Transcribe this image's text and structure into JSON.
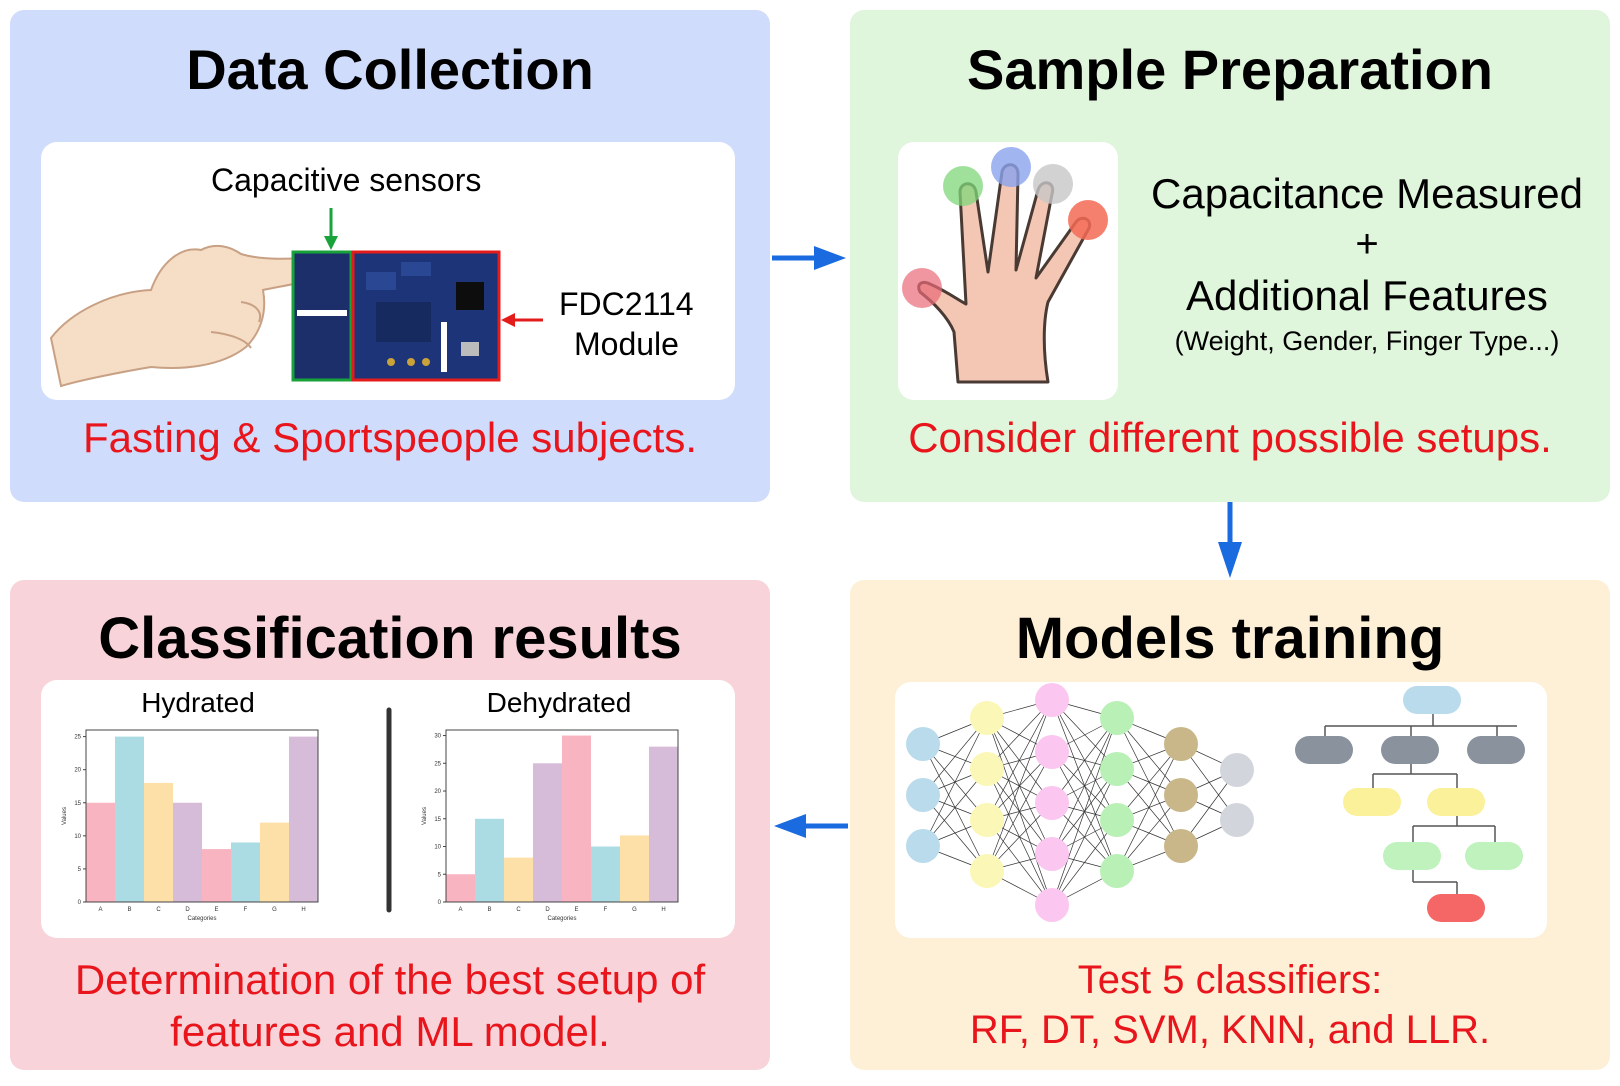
{
  "colors": {
    "data_collection_bg": "#cfdcfb",
    "sample_preparation_bg": "#dff5dc",
    "models_training_bg": "#fdf0d6",
    "classification_bg": "#f8d4da",
    "arrow": "#1a6ae0",
    "caption": "#e8161c"
  },
  "data_collection": {
    "title": "Data Collection",
    "sensor_label": "Capacitive sensors",
    "module_label_line1": "FDC2114",
    "module_label_line2": "Module",
    "caption": "Fasting & Sportspeople subjects."
  },
  "sample_preparation": {
    "title": "Sample Preparation",
    "line1": "Capacitance Measured",
    "plus": "+",
    "line2": "Additional Features",
    "line3": "(Weight, Gender, Finger Type...)",
    "caption": "Consider different possible setups."
  },
  "models_training": {
    "title": "Models training",
    "caption_line1": "Test 5 classifiers:",
    "caption_line2": "RF, DT, SVM, KNN, and LLR."
  },
  "classification": {
    "title": "Classification results",
    "caption_line1": "Determination of the best setup of",
    "caption_line2": "features and ML model."
  },
  "chart_data": [
    {
      "type": "bar",
      "title": "Hydrated",
      "xlabel": "Categories",
      "ylabel": "Values",
      "categories": [
        "A",
        "B",
        "C",
        "D",
        "E",
        "F",
        "G",
        "H"
      ],
      "values": [
        15,
        25,
        18,
        15,
        8,
        9,
        12,
        25
      ],
      "ylim": [
        0,
        26
      ],
      "yticks": [
        0,
        5,
        10,
        15,
        20,
        25
      ],
      "bar_colors": [
        "#f8b4c0",
        "#abdce4",
        "#fde0a8",
        "#d6bcd8",
        "#f8b4c0",
        "#abdce4",
        "#fde0a8",
        "#d6bcd8"
      ]
    },
    {
      "type": "bar",
      "title": "Dehydrated",
      "xlabel": "Categories",
      "ylabel": "Values",
      "categories": [
        "A",
        "B",
        "C",
        "D",
        "E",
        "F",
        "G",
        "H"
      ],
      "values": [
        5,
        15,
        8,
        25,
        30,
        10,
        12,
        28
      ],
      "ylim": [
        0,
        31
      ],
      "yticks": [
        0,
        5,
        10,
        15,
        20,
        25,
        30
      ],
      "bar_colors": [
        "#f8b4c0",
        "#abdce4",
        "#fde0a8",
        "#d6bcd8",
        "#f8b4c0",
        "#abdce4",
        "#fde0a8",
        "#d6bcd8"
      ]
    }
  ]
}
